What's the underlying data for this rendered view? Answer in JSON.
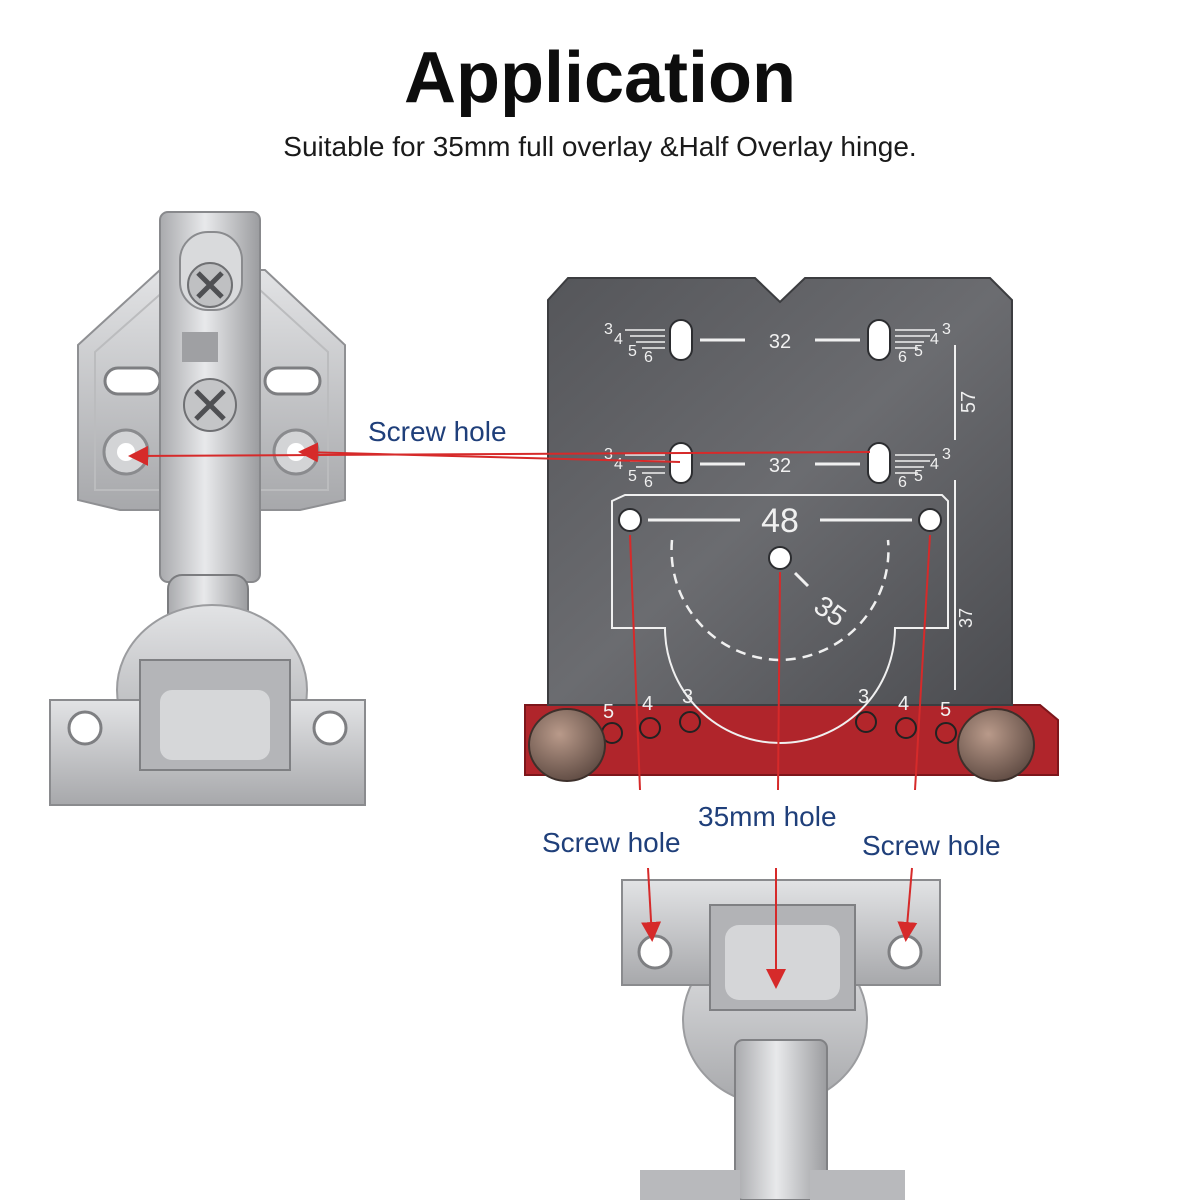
{
  "heading": {
    "title": "Application",
    "subtitle": "Suitable for 35mm full overlay &Half Overlay hinge."
  },
  "callouts": {
    "screw_hole_top": "Screw hole",
    "hole_35mm": "35mm hole",
    "screw_hole_left": "Screw hole",
    "screw_hole_right": "Screw hole"
  },
  "template": {
    "spacing_top": "32",
    "spacing_middle": "32",
    "spacing_large": "48",
    "cup_size": "35",
    "dim_57": "57",
    "dim_37": "37",
    "scale_left_top": [
      "3",
      "4",
      "5",
      "6"
    ],
    "scale_right_top": [
      "3",
      "4",
      "5",
      "6"
    ],
    "scale_left_mid": [
      "3",
      "4",
      "5",
      "6"
    ],
    "scale_right_mid": [
      "3",
      "4",
      "5",
      "6"
    ],
    "bottom_left_holes": [
      "5",
      "4",
      "3"
    ],
    "bottom_right_holes": [
      "3",
      "4",
      "5"
    ]
  },
  "colors": {
    "arrow": "#d62a2a",
    "callout_text": "#1f3f7a",
    "plate": "#5f6064",
    "base": "#b0252b",
    "steel": "#c9cacc"
  }
}
